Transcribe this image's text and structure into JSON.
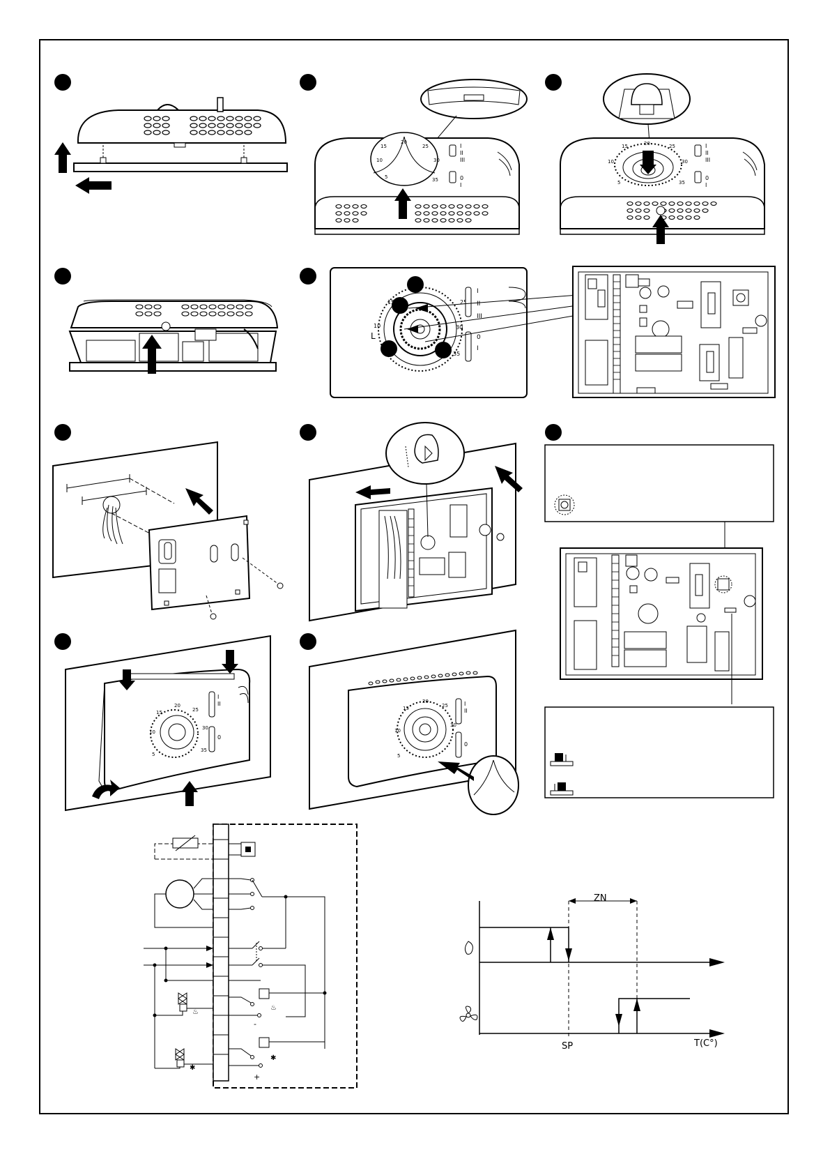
{
  "dial_scale": {
    "marks": [
      "5",
      "10",
      "15",
      "20",
      "25",
      "30",
      "35"
    ]
  },
  "switch_labels": {
    "speed_high": "I",
    "speed_mid": "II",
    "speed_low": "III",
    "power_off": "0",
    "power_on": "I"
  },
  "wiring_terminals": {
    "minus": "-",
    "plus": "+"
  },
  "hysteresis_graph": {
    "zone_label": "ZN",
    "setpoint_label": "SP",
    "axis_label": "T(C°)"
  }
}
